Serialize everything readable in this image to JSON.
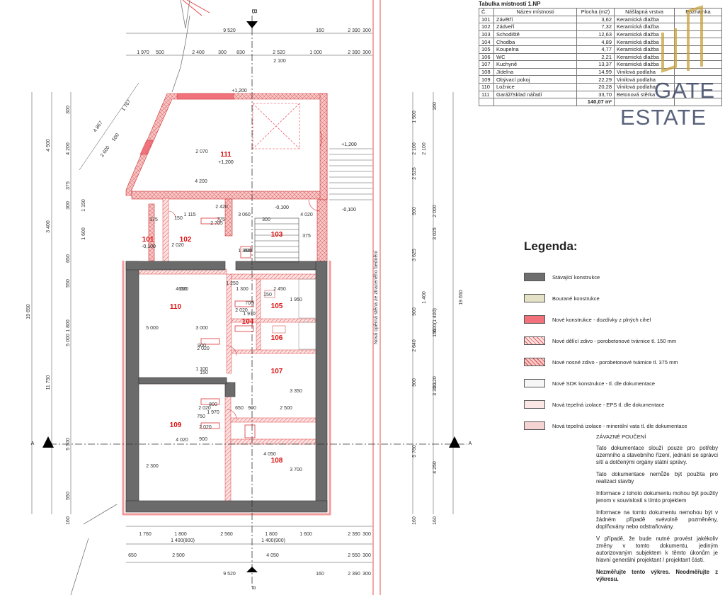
{
  "table": {
    "caption": "Tabulka místností 1.NP",
    "headers": [
      "Č.",
      "Název místnosti",
      "Plocha (m2)",
      "Nášlapná vrstva",
      "Poznámka"
    ],
    "rows": [
      [
        "101",
        "Závětří",
        "3,62",
        "Keramická dlažba",
        ""
      ],
      [
        "102",
        "Zádveří",
        "7,32",
        "Keramická dlažba",
        ""
      ],
      [
        "103",
        "Schodiště",
        "12,63",
        "Keramická dlažba",
        ""
      ],
      [
        "104",
        "Chodba",
        "4,89",
        "Keramická dlažba",
        ""
      ],
      [
        "105",
        "Koupelna",
        "4,77",
        "Keramická dlažba",
        ""
      ],
      [
        "106",
        "WC",
        "2,21",
        "Keramická dlažba",
        ""
      ],
      [
        "107",
        "Kuchyně",
        "13,37",
        "Keramická dlažba",
        ""
      ],
      [
        "108",
        "Jídelna",
        "14,99",
        "Vinilová podlaha",
        ""
      ],
      [
        "109",
        "Obývací pokoj",
        "22,29",
        "Vinilová podlaha",
        ""
      ],
      [
        "110",
        "Ložnice",
        "20,28",
        "Vinilová podlaha",
        ""
      ],
      [
        "111",
        "Garáž/Sklad nářadí",
        "33,70",
        "Betonová stěrka",
        ""
      ]
    ],
    "total": "140,07 m²"
  },
  "watermark": {
    "line1": "GATE",
    "line2": "ESTATE"
  },
  "legend": {
    "title": "Legenda:",
    "items": [
      {
        "label": "Stávající konstrukce",
        "color": "#6e6e6e"
      },
      {
        "label": "Bourané konstrukce",
        "color": "#e4e2c6"
      },
      {
        "label": "Nové konstrukce - dozdívky z plných cihel",
        "color": "#f2717b"
      },
      {
        "label": "Nové dělící zdivo - porobetonové tvárnice tl. 150 mm",
        "color": "#f7c9c9"
      },
      {
        "label": "Nové nosné zdivo - porobetonové tvárnice tl. 375 mm",
        "color": "#f3a9a9"
      },
      {
        "label": "Nové SDK konstrukce - tl. dle dokumentace",
        "color": "#f6f6f6"
      },
      {
        "label": "Nová tepelná izolace - EPS tl. dle dokumentace",
        "color": "#fbe6e6"
      },
      {
        "label": "Nová tepelná izolace - minerální vata tl. dle dokumentace",
        "color": "#f6d3d3"
      }
    ]
  },
  "notice": {
    "title": "ZÁVAZNÉ POUČENÍ",
    "paragraphs": [
      "Tato dokumentace slouží pouze pro potřeby územního a stavebního řízení, jednání se správci sítí a dotčenými orgány státní správy.",
      "Tato dokumentace nemůže být použita pro realizaci stavby",
      "Informace z tohoto dokumentu mohou být použity jenom v souvislosti s tímto projektem",
      "Informace na tomto dokumentu nemohou být v žádném případě svévolně pozměněny, doplňovány nebo odstraňovány.",
      "V případě, že bude nutné provést jakékoliv změny v tomto dokumentu, jediným autorizovaným subjektem k těmto úkonům je hlavní generální projektant / projektant části."
    ],
    "bold": "Nezměřujte tento výkres. Neodměřujte z výkresu."
  },
  "plan": {
    "rooms": [
      {
        "id": "101",
        "level": "-0,100"
      },
      {
        "id": "102"
      },
      {
        "id": "103"
      },
      {
        "id": "104"
      },
      {
        "id": "105"
      },
      {
        "id": "106"
      },
      {
        "id": "107"
      },
      {
        "id": "108"
      },
      {
        "id": "109"
      },
      {
        "id": "110"
      },
      {
        "id": "111",
        "level": "+1,200"
      }
    ],
    "levels": [
      "+1,200",
      "+1,200",
      "-0,100",
      "-0,100"
    ],
    "section_marks": [
      "A",
      "A",
      "B",
      "B"
    ],
    "retaining_wall_note": "Nová opěrná stěna ze ztraceného bednění",
    "dims_top_row1": [
      "9 520",
      "160",
      "2 390",
      "300"
    ],
    "dims_top_row2": [
      "1 970",
      "500",
      "2 400",
      "300",
      "830",
      "2 520",
      "1 000",
      "2 390",
      "300"
    ],
    "dims_top_row3": [
      "2 100"
    ],
    "dims_bottom_row1": [
      "1 760",
      "1 800",
      "2 560",
      "1 800",
      "1 600",
      "2 390",
      "300"
    ],
    "dims_bottom_row2": [
      "1 400(800)",
      "1 400(900)"
    ],
    "dims_bottom_row3": [
      "650",
      "2 500",
      "4 050",
      "2 550",
      "300"
    ],
    "dims_bottom_row4": [
      "9 520",
      "160",
      "2 390",
      "300"
    ],
    "dims_left_outer": [
      "19 650"
    ],
    "dims_left_mid": [
      "4 500",
      "3 400",
      "11 750"
    ],
    "dims_left_inner": [
      "300",
      "4 200",
      "375",
      "300",
      "1 150",
      "1 600",
      "650",
      "550",
      "1 800",
      "5 000",
      "5 500",
      "550",
      "160"
    ],
    "dims_right_outer": [
      "19 650"
    ],
    "dims_right_mid": [
      "1 500",
      "2 100",
      "2 525",
      "900",
      "3 625",
      "900",
      "2 640",
      "900",
      "5 760",
      "160"
    ],
    "dims_right_inner": [
      "160",
      "2 100",
      "2 000",
      "3 025",
      "1 400",
      "600(1 400)",
      "150",
      "2 120",
      "3 350",
      "4 250",
      "160"
    ],
    "diag_dims": [
      "4 867",
      "1 767",
      "500",
      "2 600"
    ],
    "interior_dims": [
      "4 020",
      "3 000",
      "5 000",
      "1 250",
      "1 300",
      "2 450",
      "150",
      "1 950",
      "2 020",
      "700",
      "1 970",
      "900",
      "2 020",
      "1 100",
      "150",
      "650",
      "900",
      "2 500",
      "4 050",
      "3 350",
      "3 700",
      "2 300",
      "4 020",
      "750",
      "2 020",
      "800",
      "1 970",
      "900",
      "2 020",
      "650",
      "4 020",
      "3 060",
      "1 115",
      "2 420",
      "775",
      "300",
      "150",
      "375",
      "2 705",
      "2 020",
      "1 350",
      "800",
      "2 070",
      "4 200",
      "375",
      "20"
    ]
  }
}
